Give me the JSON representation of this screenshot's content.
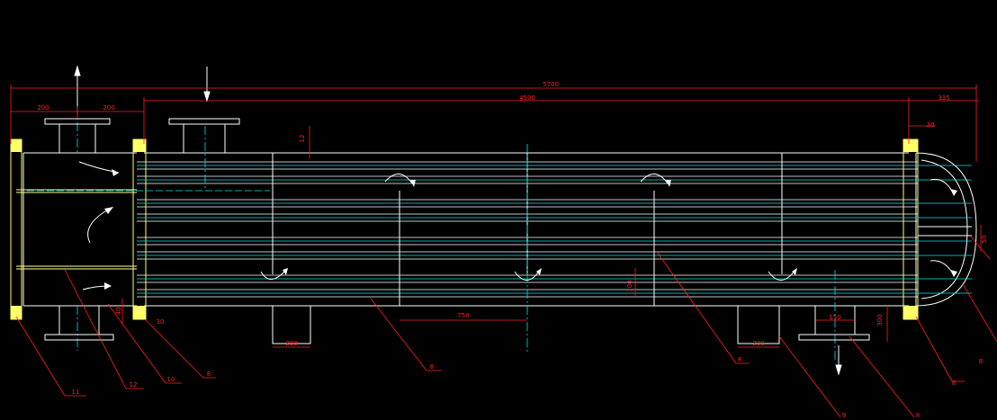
{
  "drawing": {
    "colors": {
      "background": "#000000",
      "outline": "#ffffff",
      "dimension": "#ff2020",
      "centerline": "#00e5e5",
      "flange": "#ffff66",
      "partition": "#ffff99"
    },
    "dimensions": {
      "overall_length": "5700",
      "tube_length": "4500",
      "head_length": "335",
      "channel_left": "200",
      "channel_right": "200",
      "baffle_spacing": "750",
      "shell_offset": "30",
      "tubesheet_offset": "30",
      "saddle_left": "200",
      "saddle_right": "200",
      "nozzle_right": "150",
      "vertical_small": "40",
      "vertical_mid": "100",
      "vertical_right": "300",
      "vertical_right_small": "50",
      "shell_top": "12"
    },
    "part_labels": [
      "11",
      "12",
      "10",
      "8",
      "8",
      "8",
      "9",
      "8",
      "8",
      "8"
    ]
  }
}
